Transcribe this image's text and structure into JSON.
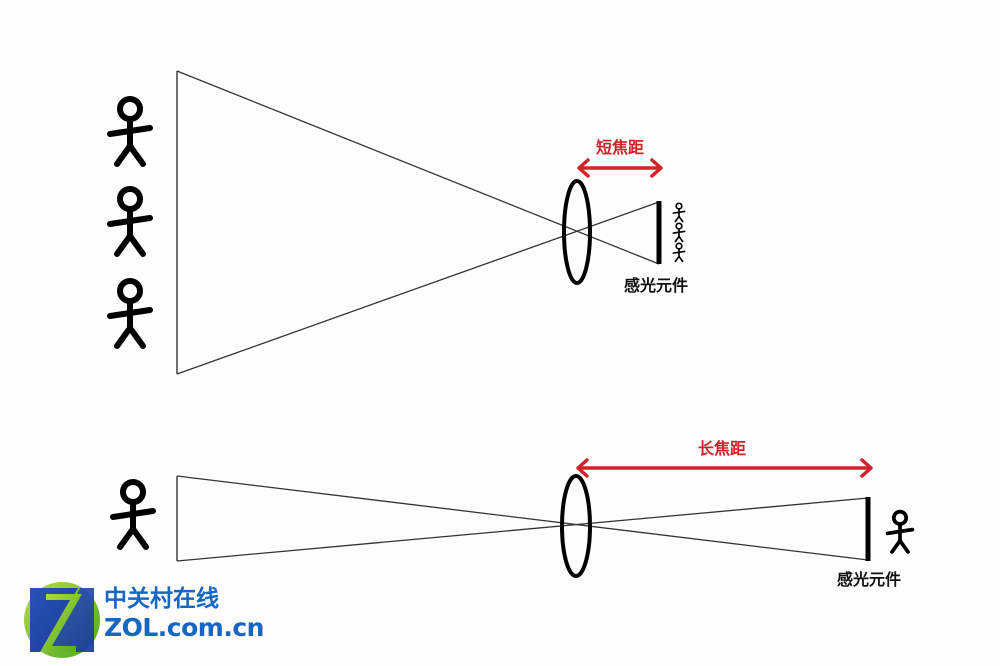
{
  "diagram": {
    "title": "Short vs long focal length imaging",
    "colors": {
      "background": "#fdfdfd",
      "line": "#222222",
      "arrow": "#d0222a",
      "figure": "#000000",
      "logo_blue": "#1666c4",
      "logo_green": "#7cc233"
    },
    "top_panel": {
      "focal_label": "短焦距",
      "sensor_label": "感光元件",
      "subject_count": 3,
      "image_figure_count": 3
    },
    "bottom_panel": {
      "focal_label": "长焦距",
      "sensor_label": "感光元件",
      "subject_count": 1,
      "image_figure_count": 1
    }
  },
  "logo": {
    "name_cn": "中关村在线",
    "domain": "ZOL.com.cn",
    "icon": "zol-z-logo-icon"
  }
}
